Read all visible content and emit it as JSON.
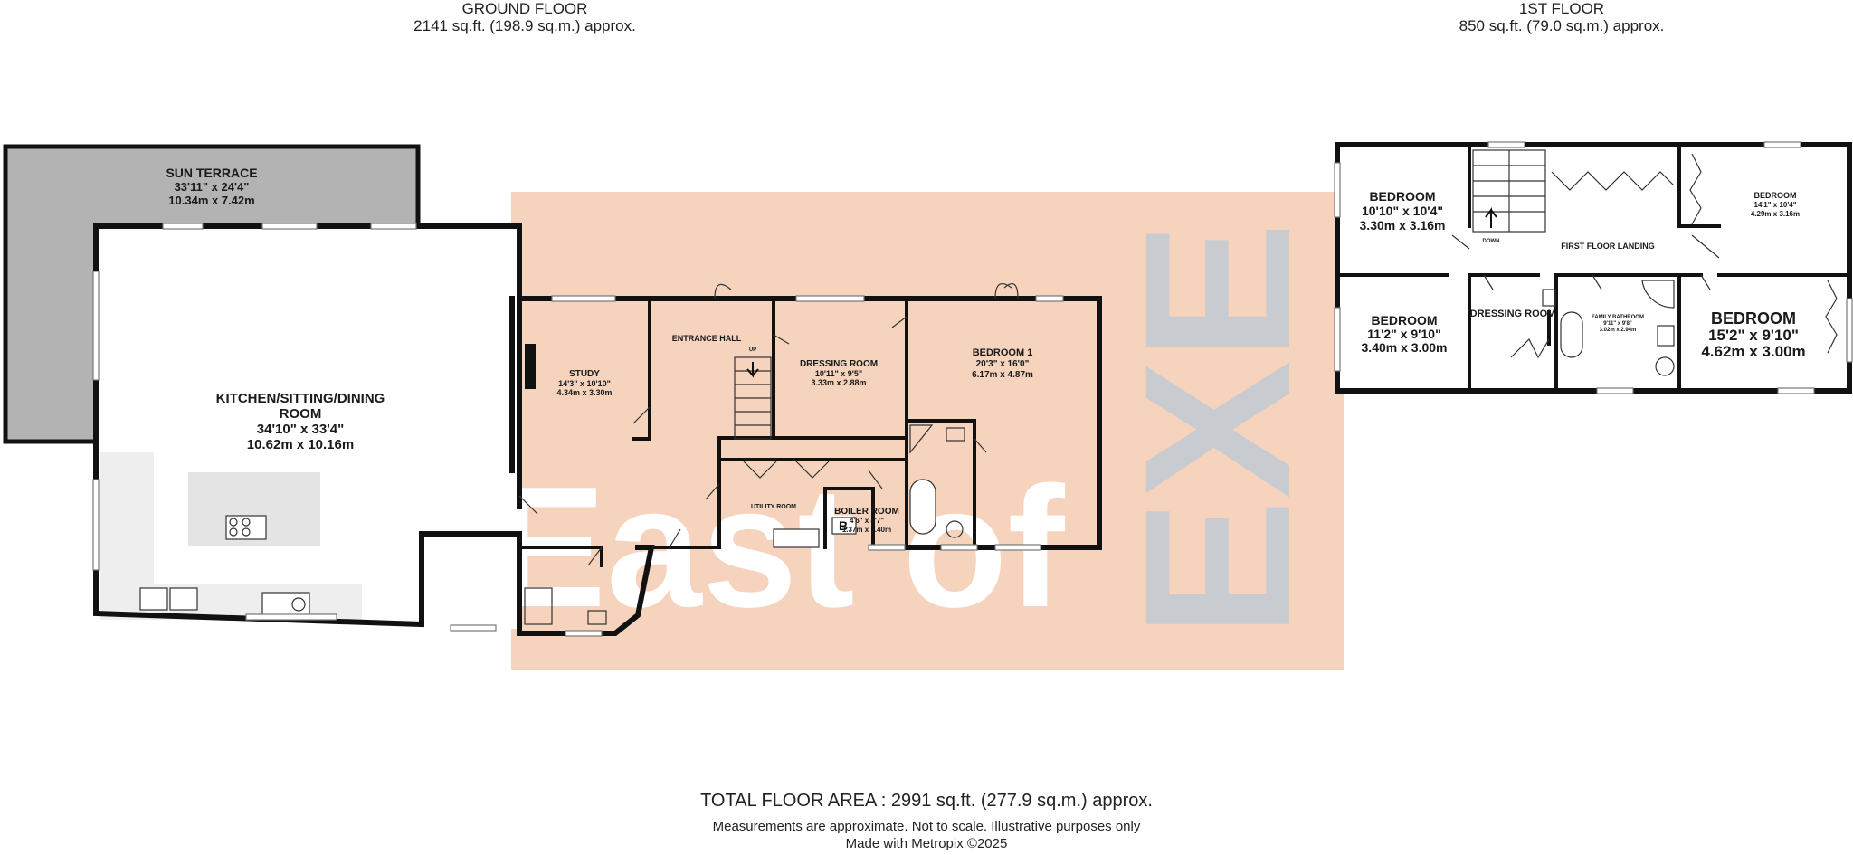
{
  "ground_floor": {
    "title": "GROUND FLOOR",
    "area": "2141 sq.ft. (198.9 sq.m.) approx.",
    "rooms": {
      "sun_terrace": {
        "name": "SUN TERRACE",
        "imperial": "33'11\"  x 24'4\"",
        "metric": "10.34m  x 7.42m"
      },
      "kitchen": {
        "name_line1": "KITCHEN/SITTING/DINING",
        "name_line2": "ROOM",
        "imperial": "34'10\"  x 33'4\"",
        "metric": "10.62m  x 10.16m"
      },
      "study": {
        "name": "STUDY",
        "imperial": "14'3\"  x 10'10\"",
        "metric": "4.34m  x 3.30m"
      },
      "entrance_hall": {
        "name": "ENTRANCE HALL",
        "stair_label": "UP"
      },
      "dressing_room": {
        "name": "DRESSING ROOM",
        "imperial": "10'11\"  x 9'5\"",
        "metric": "3.33m  x 2.88m"
      },
      "bedroom1": {
        "name": "BEDROOM 1",
        "imperial": "20'3\"  x 16'0\"",
        "metric": "6.17m  x 4.87m"
      },
      "utility_room": {
        "name": "UTILITY ROOM"
      },
      "boiler_room": {
        "name": "BOILER ROOM",
        "imperial": "4'6\"  x 4'7\"",
        "metric": "1.37m  x 1.40m",
        "boiler_symbol": "B"
      }
    }
  },
  "first_floor": {
    "title": "1ST FLOOR",
    "area": "850 sq.ft. (79.0 sq.m.) approx.",
    "rooms": {
      "bedroom_a": {
        "name": "BEDROOM",
        "imperial": "10'10\"  x 10'4\"",
        "metric": "3.30m  x 3.16m"
      },
      "bedroom_b": {
        "name": "BEDROOM",
        "imperial": "14'1\"  x 10'4\"",
        "metric": "4.29m  x 3.16m"
      },
      "landing": {
        "name": "FIRST FLOOR LANDING",
        "stair_label": "DOWN"
      },
      "bedroom_c": {
        "name": "BEDROOM",
        "imperial": "11'2\"  x 9'10\"",
        "metric": "3.40m  x 3.00m"
      },
      "dressing_room": {
        "name": "DRESSING ROOM"
      },
      "family_bathroom": {
        "name": "FAMILY BATHROOM",
        "imperial": "9'11\" x 9'8\"",
        "metric": "3.02m  x 2.94m"
      },
      "bedroom_d": {
        "name": "BEDROOM",
        "imperial": "15'2\"  x 9'10\"",
        "metric": "4.62m  x 3.00m"
      }
    }
  },
  "watermark": {
    "brand_left": "East of",
    "brand_right": "EXE"
  },
  "footer": {
    "total_area": "TOTAL FLOOR AREA : 2991 sq.ft. (277.9 sq.m.) approx.",
    "disclaimer": "Measurements are approximate.  Not to scale.  Illustrative purposes only",
    "credit": "Made with Metropix ©2025"
  },
  "colors": {
    "watermark_bg": "#f5d3bd",
    "terrace_fill": "#b3b3b3",
    "brand_grey": "#c8cbd0",
    "wall": "#111111"
  }
}
